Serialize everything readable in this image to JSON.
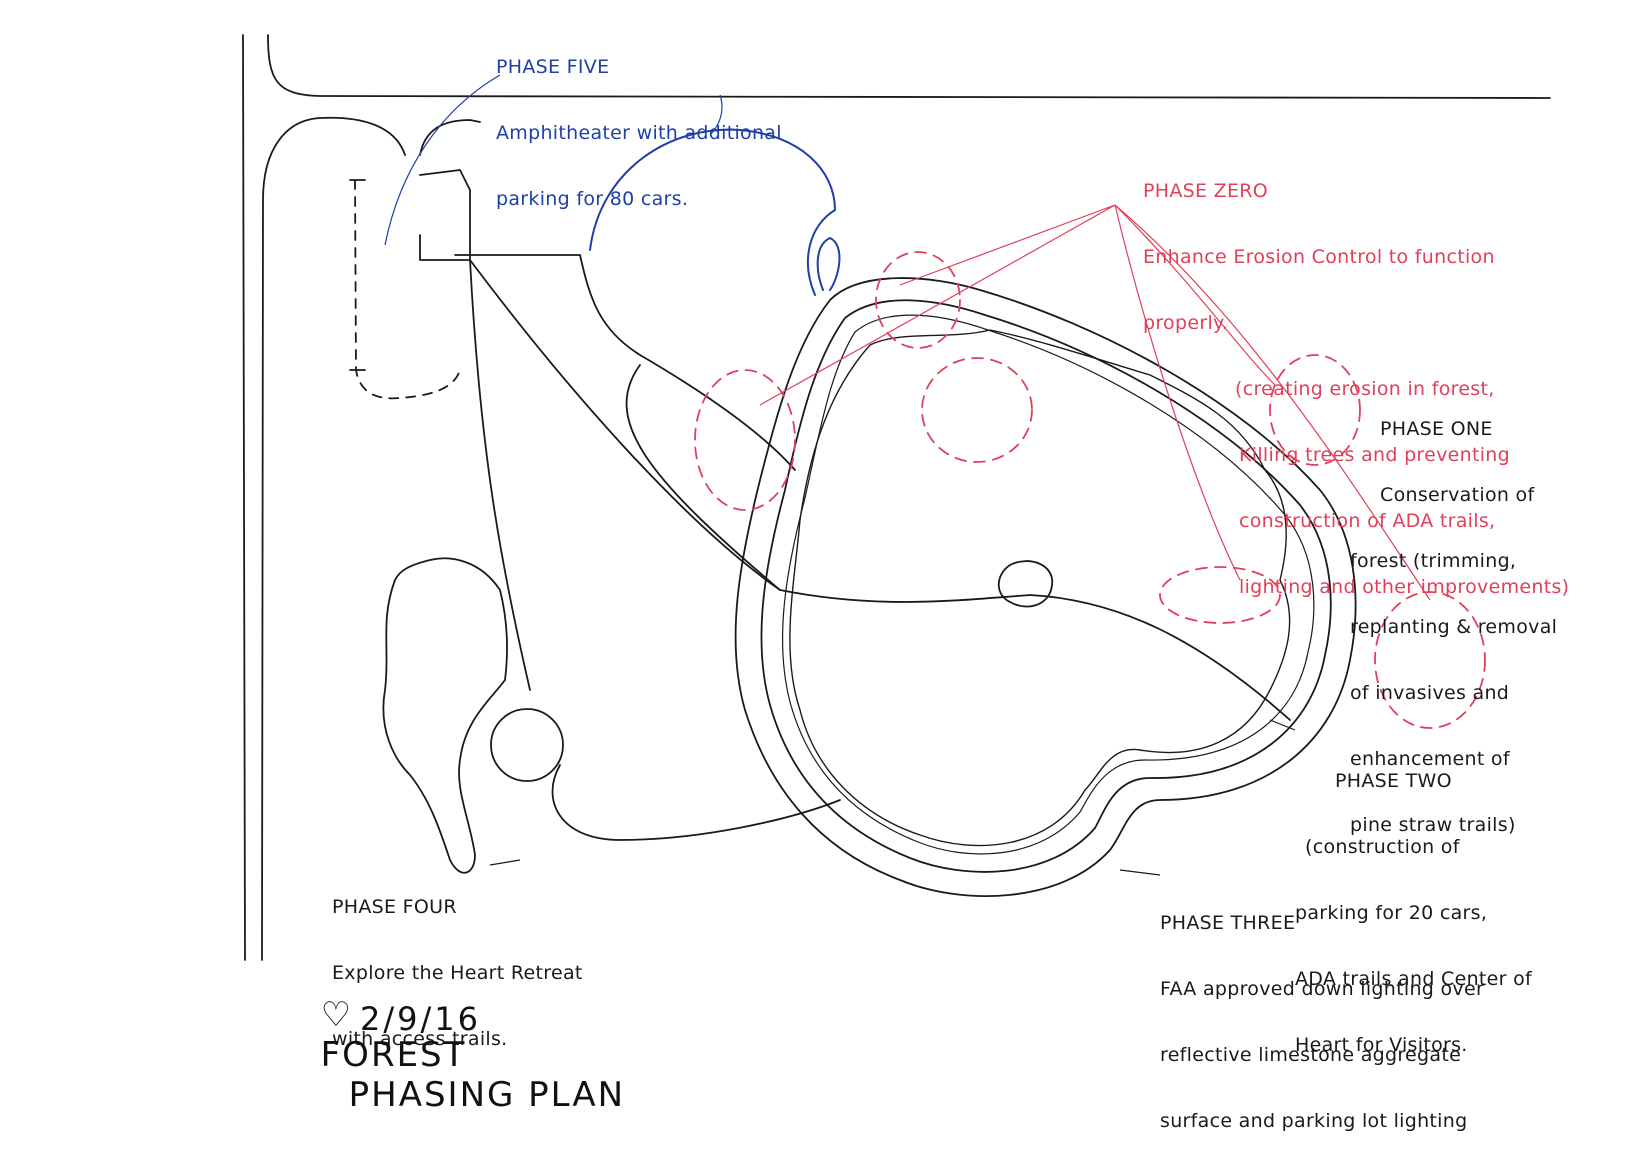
{
  "notes": {
    "phase_five": {
      "title": "PHASE FIVE",
      "lines": [
        "Amphitheater with additional",
        "parking for 80 cars."
      ]
    },
    "phase_zero": {
      "title": "PHASE ZERO",
      "lines": [
        "Enhance Erosion Control to function",
        "properly.",
        "(creating erosion in forest,",
        "Killing trees and preventing",
        "construction of ADA trails,",
        "lighting and other improvements)"
      ]
    },
    "phase_one": {
      "title": "PHASE ONE",
      "lines": [
        "Conservation of",
        "forest (trimming,",
        "replanting & removal",
        "of invasives and",
        "enhancement of",
        "pine straw trails)"
      ]
    },
    "phase_two": {
      "title": "PHASE TWO",
      "lines": [
        "(construction of",
        "parking for 20 cars,",
        "ADA trails and Center of",
        "Heart for Visitors."
      ]
    },
    "phase_three": {
      "title": "PHASE THREE",
      "lines": [
        "FAA approved down lighting over",
        "reflective limestone aggregate",
        "surface and parking lot lighting"
      ]
    },
    "phase_four": {
      "title": "PHASE FOUR",
      "lines": [
        "Explore the Heart Retreat",
        "with access trails."
      ]
    }
  },
  "footer": {
    "heart_symbol": "♡",
    "title_left": "FOREST",
    "title_right": "PHASING PLAN",
    "date": "2/9/16"
  },
  "colors": {
    "ink": "#1a1a1a",
    "blue": "#1f3fa8",
    "red": "#e0405a"
  }
}
